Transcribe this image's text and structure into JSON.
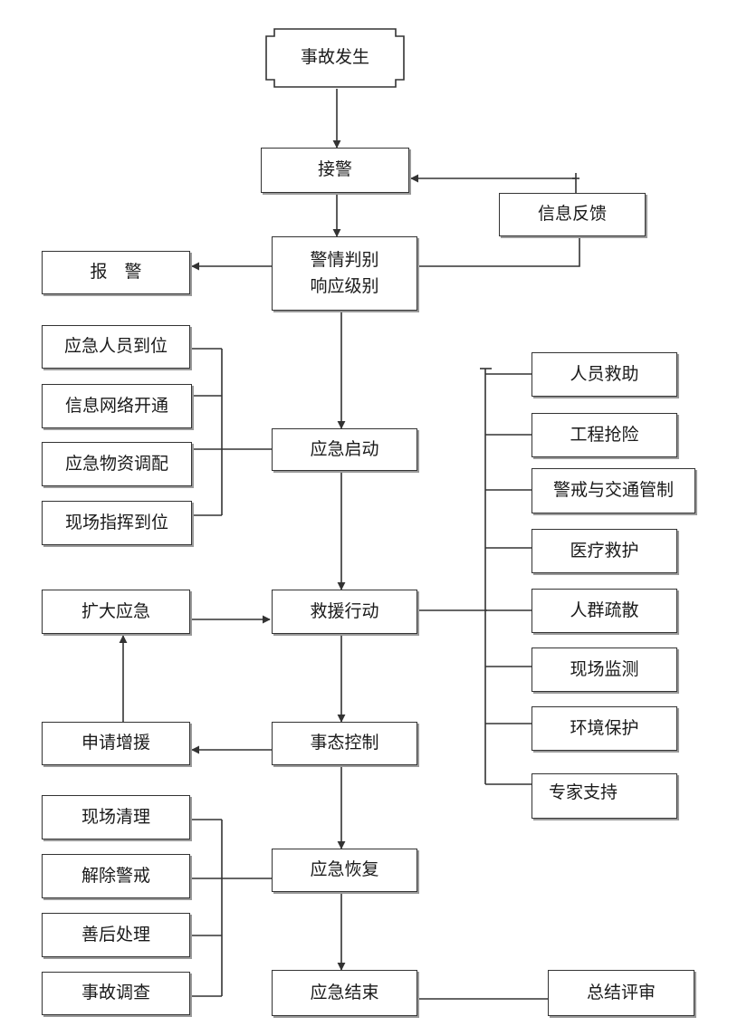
{
  "nodes": {
    "start": "事故发生",
    "receive_alarm": "接警",
    "info_feedback": "信息反馈",
    "judge": "警情判别\n响应级别",
    "report": "报　警",
    "staff_in_place": "应急人员到位",
    "network_open": "信息网络开通",
    "materials": "应急物资调配",
    "command_in_place": "现场指挥到位",
    "activate": "应急启动",
    "expand": "扩大应急",
    "rescue_action": "救援行动",
    "request_support": "申请增援",
    "control": "事态控制",
    "cleanup": "现场清理",
    "lift_cordon": "解除警戒",
    "aftermath": "善后处理",
    "investigation": "事故调查",
    "recovery": "应急恢复",
    "end": "应急结束",
    "review": "总结评审",
    "personnel_rescue": "人员救助",
    "engineering": "工程抢险",
    "traffic_control": "警戒与交通管制",
    "medical": "医疗救护",
    "evacuation": "人群疏散",
    "monitoring": "现场监测",
    "environment": "环境保护",
    "expert": "专家支持"
  },
  "colors": {
    "line": "#333333",
    "shadow": "#9a9a9a",
    "text": "#1a1a1a"
  }
}
